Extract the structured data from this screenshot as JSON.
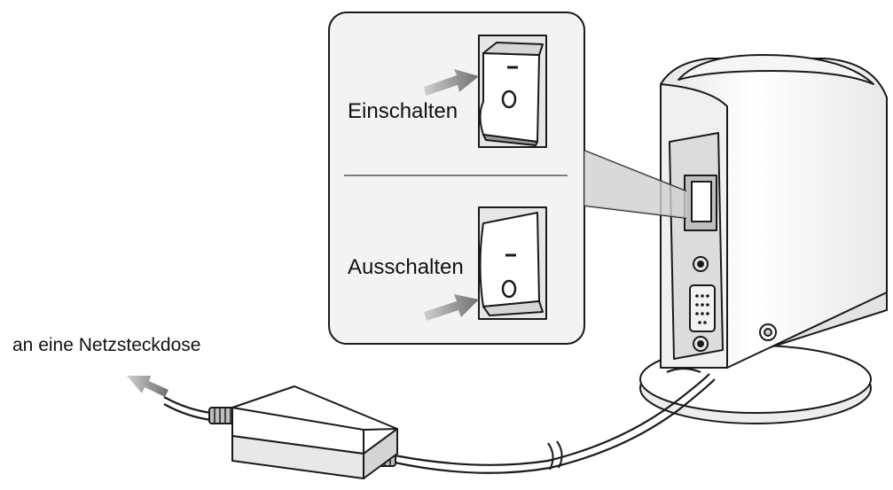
{
  "labels": {
    "switch_on": "Einschalten",
    "switch_off": "Ausschalten",
    "outlet": "an eine Netzsteckdose"
  },
  "icons": [
    "arrow-icon",
    "power-switch-on",
    "power-switch-off",
    "power-adapter",
    "device-unit"
  ],
  "colors": {
    "line": "#1a1a1a",
    "panel_fill": "#f2f2f2",
    "shade": "#d9d9d9",
    "arrow": "#8c8c8c"
  }
}
